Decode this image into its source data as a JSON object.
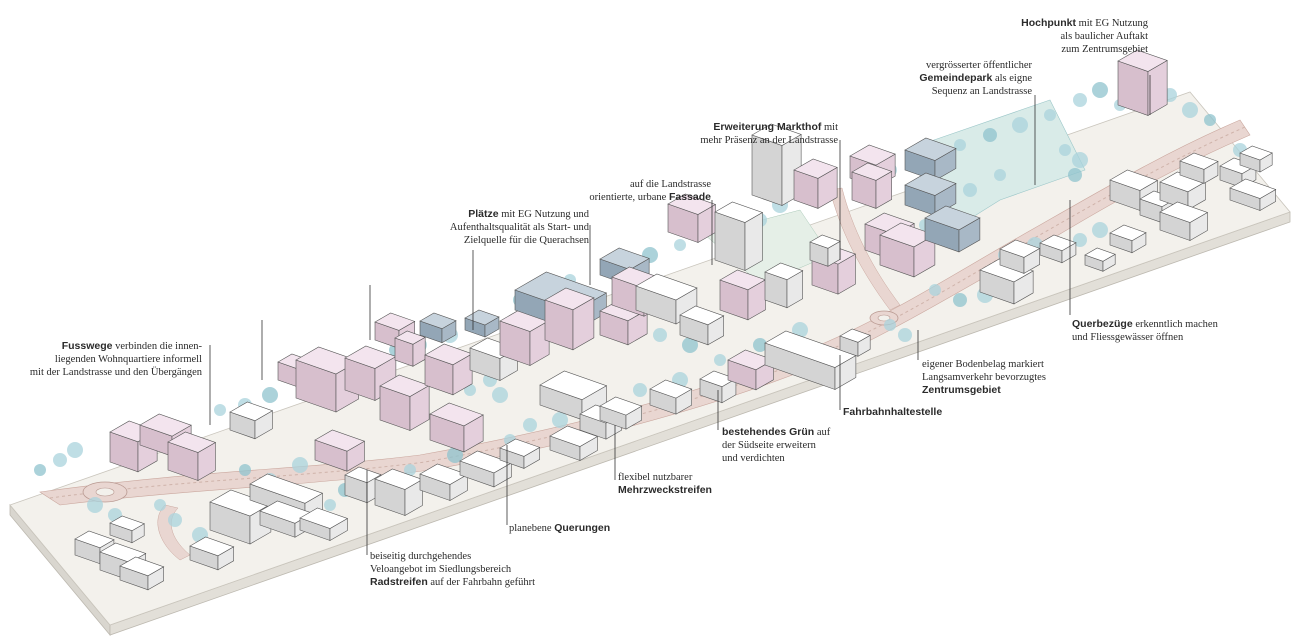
{
  "annotations": {
    "hochpunkt": {
      "bold": "Hochpunkt",
      "line1": " mit EG Nutzung",
      "line2": "als baulicher Auftakt",
      "line3": "zum Zentrumsgebiet"
    },
    "gemeindepark": {
      "line1": "vergrösserter öffentlicher",
      "bold": "Gemeindepark",
      "line2rest": " als eigne",
      "line3": "Sequenz an Landstrasse"
    },
    "markthof": {
      "bold": "Erweiterung Markthof",
      "line1rest": " mit",
      "line2": "mehr Präsenz an der Landstrasse"
    },
    "fassade": {
      "line1": "auf die Landstrasse",
      "line2": "orientierte, urbane ",
      "bold": "Fassade"
    },
    "plaetze": {
      "bold": "Plätze",
      "line1rest": " mit EG Nutzung und",
      "line2": "Aufenthaltsqualität als Start- und",
      "line3": "Zielquelle für die Querachsen"
    },
    "fusswege": {
      "bold": "Fusswege",
      "line1rest": " verbinden die innen-",
      "line2": "liegenden Wohnquartiere informell",
      "line3": "mit der Landstrasse und den Übergängen"
    },
    "querbezuege": {
      "bold": "Querbezüge",
      "line1rest": " erkenntlich machen",
      "line2": "und Fliessgewässer öffnen"
    },
    "bodenbelag": {
      "line1": "eigener Bodenbelag markiert",
      "line2": "Langsamverkehr bevorzugtes",
      "bold": "Zentrumsgebiet"
    },
    "haltestelle": {
      "bold": "Fahrbahnhaltestelle"
    },
    "gruen": {
      "bold": "bestehendes Grün",
      "line1rest": " auf",
      "line2": "der Südseite erweitern",
      "line3": "und verdichten"
    },
    "mehrzweck": {
      "line1": "flexibel nutzbarer",
      "bold": "Mehrzweckstreifen"
    },
    "querungen": {
      "line1": "planebene ",
      "bold": "Querungen"
    },
    "radstreifen": {
      "line1": "beiseitig durchgehendes",
      "line2": "Veloangebot im Siedlungsbereich",
      "bold": "Radstreifen",
      "line3rest": " auf der Fahrbahn geführt"
    }
  },
  "colors": {
    "base_top": "#f3f1ec",
    "base_side": "#e2dfd8",
    "base_edge": "#c9c5bc",
    "road": "#e9d6d1",
    "road_center": "#d9c3bc",
    "tree": "#a9d3dc",
    "tree_dark": "#8fc3ce",
    "park": "#d9ebe8",
    "building_pink_top": "#f3e4ee",
    "building_pink_side": "#e4cfdc",
    "building_white_top": "#ffffff",
    "building_white_side": "#e9e9e9",
    "building_blue_top": "#c7d3dd",
    "building_blue_side": "#a8b8c6",
    "outline": "#555555",
    "leader": "#333333"
  }
}
